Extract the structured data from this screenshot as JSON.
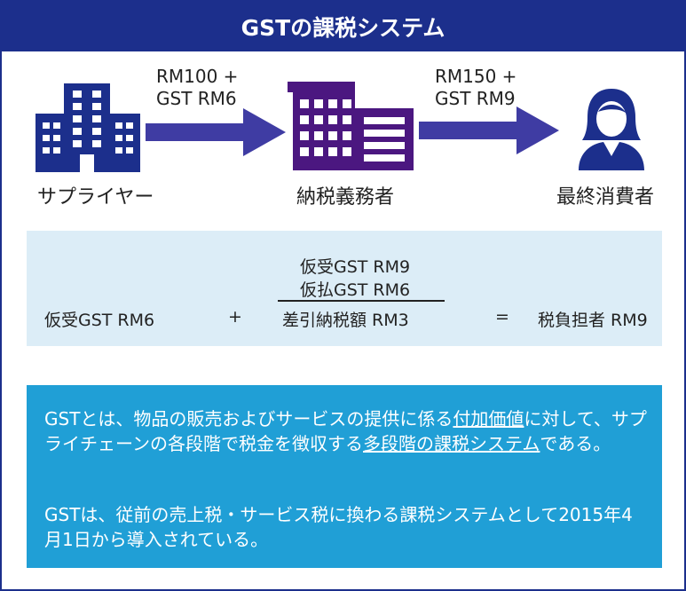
{
  "header": {
    "title": "GSTの課税システム"
  },
  "flow": {
    "arrow1_line1": "RM100 +",
    "arrow1_line2": "GST RM6",
    "arrow2_line1": "RM150 +",
    "arrow2_line2": "GST RM9",
    "supplier": "サプライヤー",
    "taxpayer": "納税義務者",
    "consumer": "最終消費者"
  },
  "calc": {
    "left_term": "仮受GST RM6",
    "plus": "+",
    "numerator_top": "仮受GST RM9",
    "numerator_sub": "仮払GST RM6",
    "result_term": "差引納税額 RM3",
    "equals": "=",
    "total": "税負担者 RM9"
  },
  "info": {
    "p1_a": "GSTとは、物品の販売およびサービスの提供に係る",
    "p1_u1": "付加価値",
    "p1_b": "に対して、サプライチェーンの各段階で税金を徴収する",
    "p1_u2": "多段階の課税システム",
    "p1_c": "である。",
    "p2": "GSTは、従前の売上税・サービス税に換わる課税システムとして2015年4月1日から導入されている。"
  },
  "colors": {
    "navy": "#1c2f8c",
    "purple": "#4b1780",
    "arrow": "#3f3ca3",
    "calc_bg": "#dcedf7",
    "info_bg": "#209fd6"
  }
}
